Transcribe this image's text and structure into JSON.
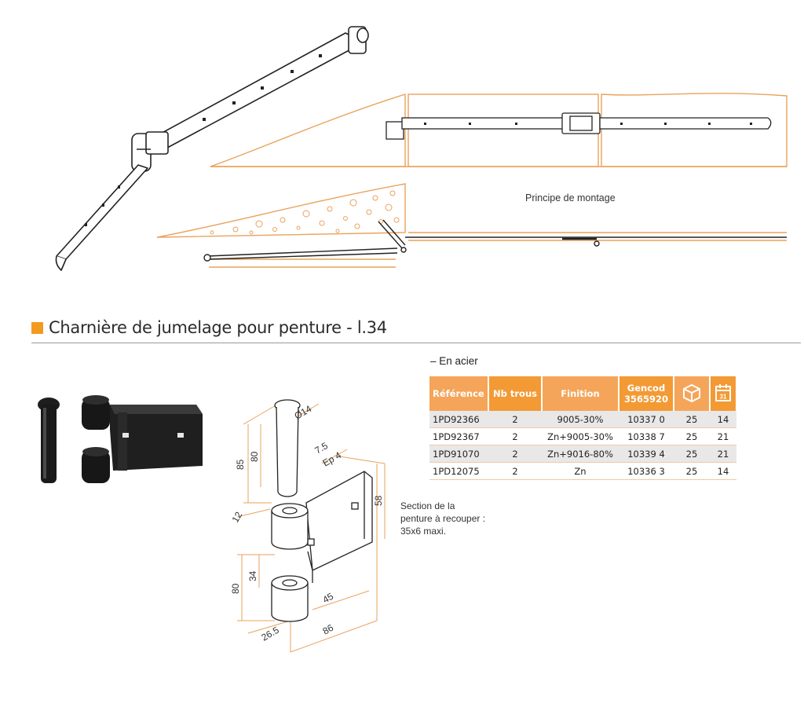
{
  "caption": "Principe de montage",
  "section": {
    "title": "Charnière de jumelage pour penture - l.34",
    "material": "– En acier"
  },
  "table": {
    "headers": {
      "reference": "Référence",
      "nb_trous": "Nb trous",
      "finition": "Finition",
      "gencod_line1": "Gencod",
      "gencod_line2": "3565920",
      "box_icon": "box-icon",
      "calendar_icon": "calendar-icon",
      "calendar_day": "31"
    },
    "rows": [
      {
        "reference": "1PD92366",
        "nb_trous": "2",
        "finition": "9005-30%",
        "gencod": "10337 0",
        "qty": "25",
        "days": "14"
      },
      {
        "reference": "1PD92367",
        "nb_trous": "2",
        "finition": "Zn+9005-30%",
        "gencod": "10338 7",
        "qty": "25",
        "days": "21"
      },
      {
        "reference": "1PD91070",
        "nb_trous": "2",
        "finition": "Zn+9016-80%",
        "gencod": "10339 4",
        "qty": "25",
        "days": "21"
      },
      {
        "reference": "1PD12075",
        "nb_trous": "2",
        "finition": "Zn",
        "gencod": "10336 3",
        "qty": "25",
        "days": "14"
      }
    ]
  },
  "drawing": {
    "dim_diameter": "Ø14",
    "dim_85": "85",
    "dim_80_top": "80",
    "dim_7_5": "7.5",
    "dim_ep4": "Ep 4",
    "dim_58": "58",
    "dim_12": "12",
    "dim_34": "34",
    "dim_80_bottom": "80",
    "dim_45": "45",
    "dim_26_5": "26.5",
    "dim_86": "86"
  },
  "note": {
    "line1": "Section de la",
    "line2": "penture à recouper :",
    "line3": "35x6 maxi."
  },
  "colors": {
    "accent": "#f39a1e",
    "header_bg": "#f5a55a",
    "drawing_orange": "#e9a25c",
    "row_gray": "#e8e8e8"
  }
}
